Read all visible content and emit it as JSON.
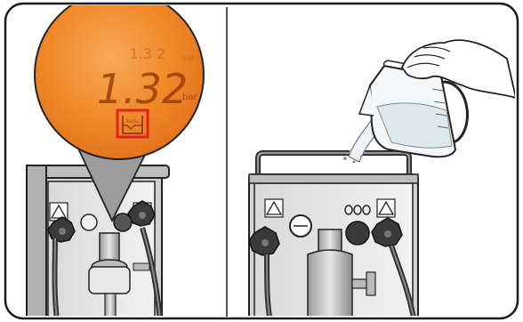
{
  "display": {
    "small_value": "1.3 2",
    "small_unit": "bar",
    "main_value": "1.32",
    "main_unit": "bar",
    "refill_icon_label": "REFILL",
    "highlight_color": "#e0231b",
    "lcd_color": "#f08a2a"
  },
  "panels": [
    {
      "step": "check-refill-indicator"
    },
    {
      "step": "pour-water-into-tank"
    }
  ]
}
